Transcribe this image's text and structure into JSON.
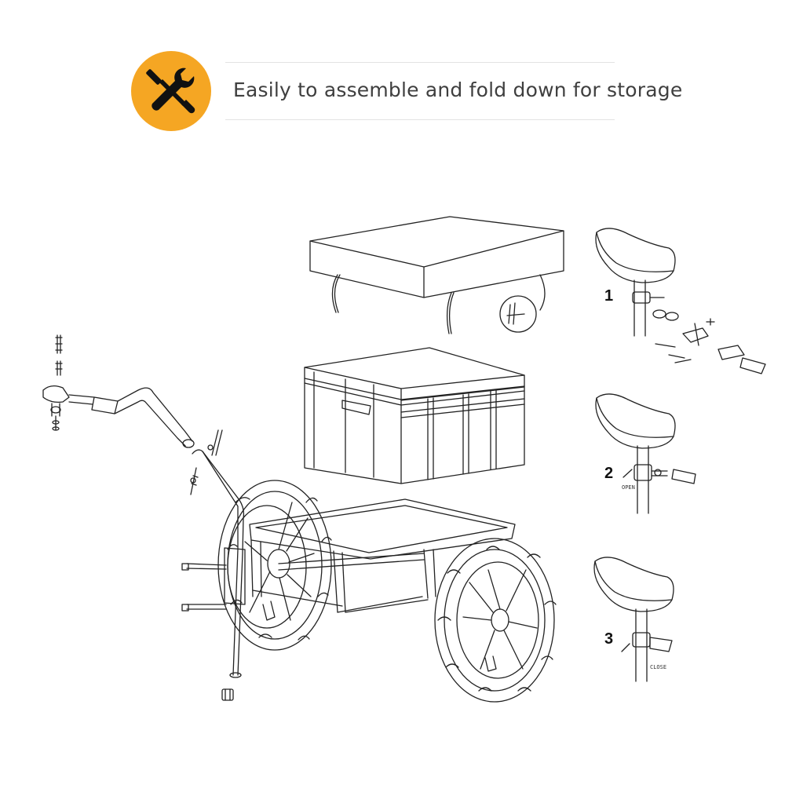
{
  "header": {
    "icon": "wrench-screwdriver-icon",
    "accent_color": "#f5a623",
    "headline": "Easily to assemble and fold down for storage"
  },
  "steps": [
    {
      "number": "1"
    },
    {
      "number": "2",
      "tag": "OPEN"
    },
    {
      "number": "3",
      "tag": "CLOSE"
    }
  ]
}
